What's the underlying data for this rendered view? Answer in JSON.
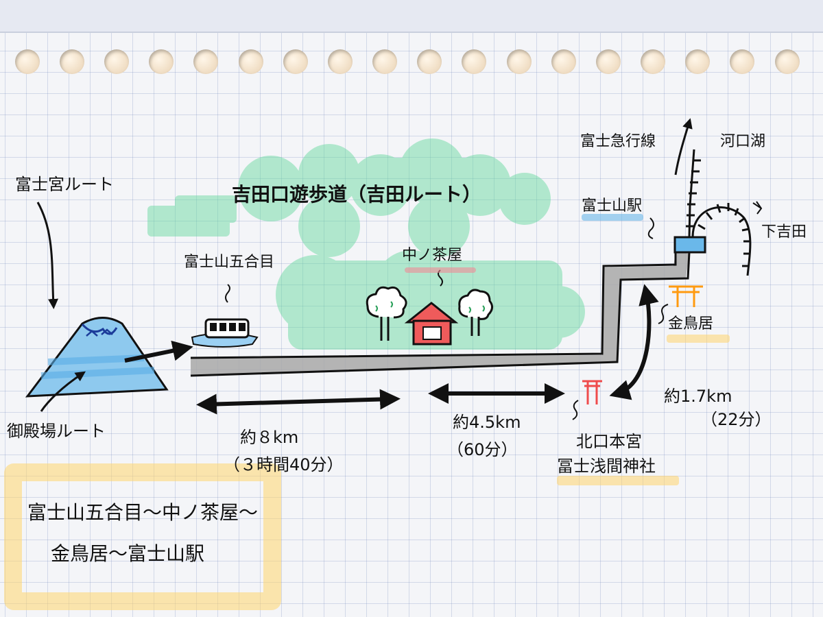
{
  "title": "吉田口遊歩道（吉田ルート）",
  "routes": {
    "fujinomiya": "富士宮ルート",
    "gotemba": "御殿場ルート"
  },
  "places": {
    "gogome": "富士山五合目",
    "nakanochaya": "中ノ茶屋",
    "fujisan_station": "富士山駅",
    "kanadorii": "金鳥居",
    "shrine_line1": "北口本宮",
    "shrine_line2": "冨士浅間神社",
    "kawaguchiko": "河口湖",
    "shimoyoshida": "下吉田",
    "railway": "富士急行線"
  },
  "distances": {
    "seg1_distance": "約８km",
    "seg1_time": "（３時間40分）",
    "seg2_distance": "約4.5km",
    "seg2_time": "（60分）",
    "seg3_distance": "約1.7km",
    "seg3_time": "（22分）"
  },
  "summary": {
    "line1": "富士山五合目～中ノ茶屋～",
    "line2": "金鳥居～富士山駅"
  },
  "colors": {
    "path": "#a8a8a8",
    "forest": "#5fd89a",
    "mountain": "#8ec9ee",
    "torii": "#ff9a10",
    "chaya": "#ef5b5b",
    "station_highlight": "#6ab8ea",
    "summary_highlight": "#ffd46e"
  },
  "icons": [
    "mountain-icon",
    "bus-icon",
    "tree-icon",
    "teahouse-icon",
    "torii-icon",
    "station-icon",
    "railway-icon",
    "arrow-icon"
  ]
}
